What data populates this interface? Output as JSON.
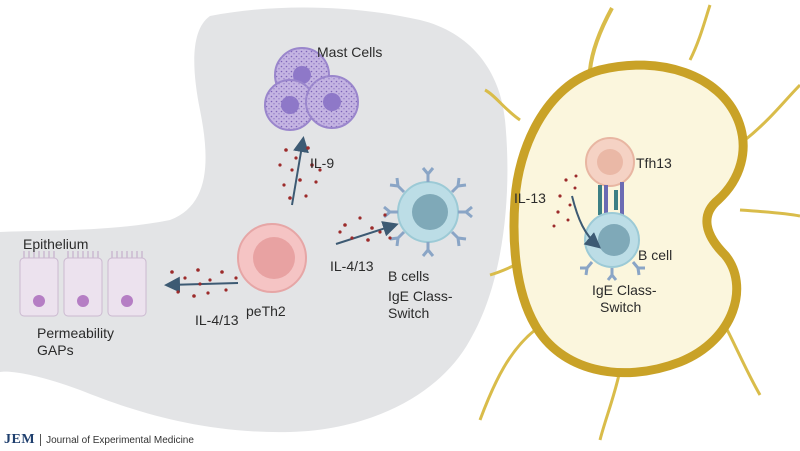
{
  "labels": {
    "mast_cells": "Mast Cells",
    "il9": "IL-9",
    "epithelium": "Epithelium",
    "il413_left": "IL-4/13",
    "peth2": "peTh2",
    "il413_mid": "IL-4/13",
    "permeability": "Permeability",
    "gaps": "GAPs",
    "b_cells": "B cells",
    "ige_switch_line1": "IgE Class-",
    "ige_switch_line2": "Switch",
    "il13": "IL-13",
    "tfh13": "Tfh13",
    "b_cell": "B cell",
    "ige_switch_ln_line1": "IgE Class-",
    "ige_switch_ln_line2": "Switch"
  },
  "footer": {
    "logo": "JEM",
    "journal": "Journal of Experimental Medicine"
  },
  "colors": {
    "stomach": "#e3e4e6",
    "mast_cell": "#b9a7dc",
    "mast_nucleus": "#8e78c8",
    "peth2": "#f5c4c4",
    "peth2_nucleus": "#e8a2a2",
    "b_cell": "#bcdde6",
    "b_nucleus": "#7fa9b8",
    "antibody": "#8aa5c6",
    "lymph_outline": "#c9a227",
    "lymph_fill": "#fbf6dd",
    "epithelium": "#ece2ee",
    "epithelium_nucleus": "#b57ec4",
    "cytokine_dots": "#9c2b2b",
    "arrow": "#3d5a73",
    "text": "#2b2b2b"
  }
}
